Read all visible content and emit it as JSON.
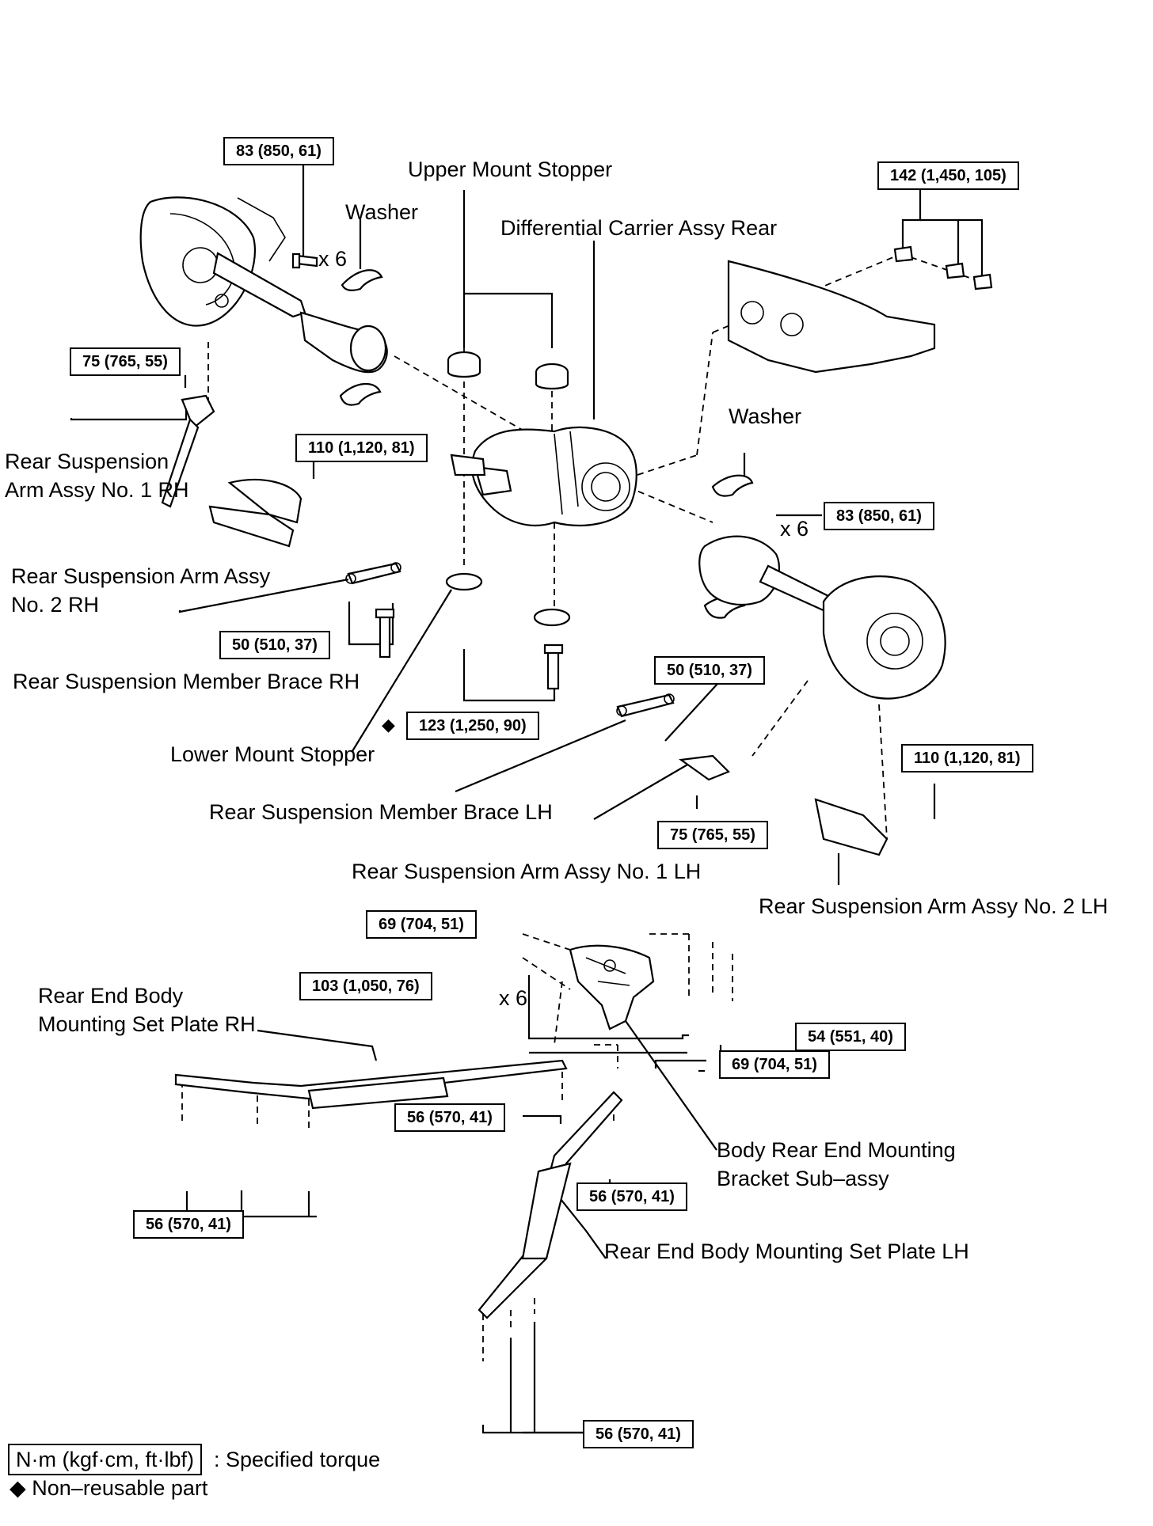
{
  "labels": {
    "upper_mount_stopper": "Upper Mount Stopper",
    "washer_top": "Washer",
    "diff_carrier": "Differential Carrier Assy Rear",
    "x6_top": "x 6",
    "rear_susp_arm_no1_rh_1": "Rear Suspension",
    "rear_susp_arm_no1_rh_2": "Arm Assy No. 1 RH",
    "rear_susp_arm_no2_rh_1": "Rear Suspension Arm Assy",
    "rear_susp_arm_no2_rh_2": "No. 2 RH",
    "member_brace_rh": "Rear Suspension Member Brace RH",
    "washer_right": "Washer",
    "x6_right": "x 6",
    "lower_mount_stopper": "Lower Mount Stopper",
    "member_brace_lh": "Rear Suspension Member Brace LH",
    "arm_no1_lh": "Rear Suspension Arm Assy No. 1 LH",
    "arm_no2_lh": "Rear Suspension Arm Assy No. 2 LH",
    "set_plate_rh_1": "Rear End Body",
    "set_plate_rh_2": "Mounting Set Plate RH",
    "x6_bottom": "x 6",
    "bracket_1": "Body Rear End Mounting",
    "bracket_2": "Bracket Sub–assy",
    "set_plate_lh": "Rear End Body Mounting Set Plate LH"
  },
  "torques": {
    "t1": "83 (850, 61)",
    "t2": "142 (1,450, 105)",
    "t3": "75 (765, 55)",
    "t4": "110 (1,120, 81)",
    "t5": "83 (850, 61)",
    "t6": "50 (510, 37)",
    "t7": "50 (510, 37)",
    "t8": "123 (1,250, 90)",
    "t9": "110 (1,120, 81)",
    "t10": "75 (765, 55)",
    "t11": "69 (704, 51)",
    "t12": "103 (1,050, 76)",
    "t13": "54 (551, 40)",
    "t14": "69 (704, 51)",
    "t15": "56 (570, 41)",
    "t16": "56 (570, 41)",
    "t17": "56 (570, 41)",
    "t18": "56 (570, 41)"
  },
  "non_reusable_mark": "◆",
  "legend": {
    "torque_unit": "N·m (kgf·cm, ft·lbf)",
    "torque_desc": ": Specified torque",
    "non_reusable": "◆ Non–reusable part"
  }
}
